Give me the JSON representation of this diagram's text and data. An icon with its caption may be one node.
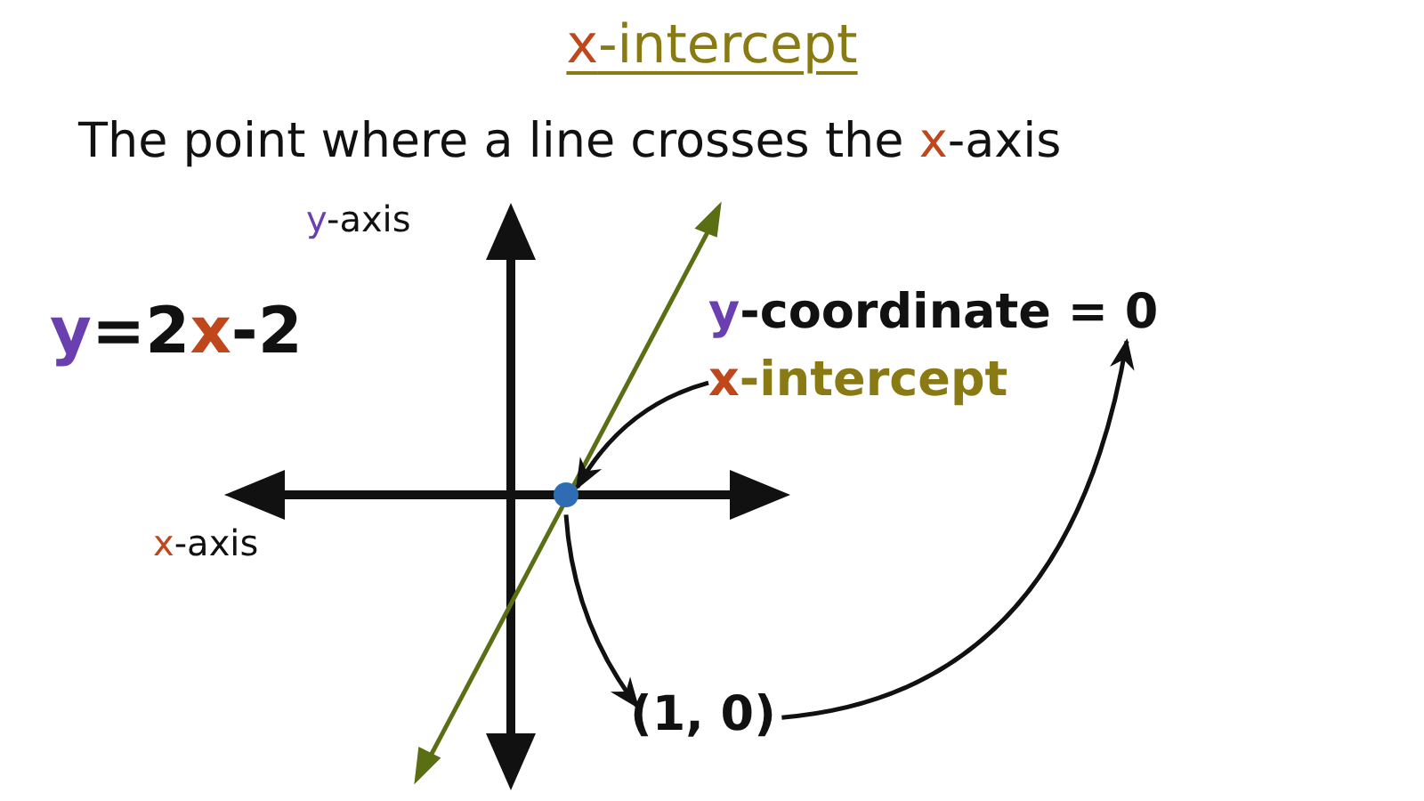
{
  "diagram": {
    "title": "x-intercept",
    "nodes": [
      {
        "text": [],
        "shape": "circle"
      },
      {
        "text": [
          "x-intercept"
        ]
      },
      {
        "text": [
          "(1, 0)"
        ]
      },
      {
        "text": [
          "y-coordinate = 0"
        ]
      }
    ],
    "edges": [
      {
        "from": 1,
        "to": 0,
        "arrow": "to"
      },
      {
        "from": 0,
        "to": 2,
        "arrow": "to"
      },
      {
        "from": 2,
        "to": 3,
        "arrow": "to"
      }
    ],
    "labels": [
      "The point where a line crosses the x-axis",
      "y-axis",
      "x-axis",
      "y=2x-2"
    ]
  }
}
